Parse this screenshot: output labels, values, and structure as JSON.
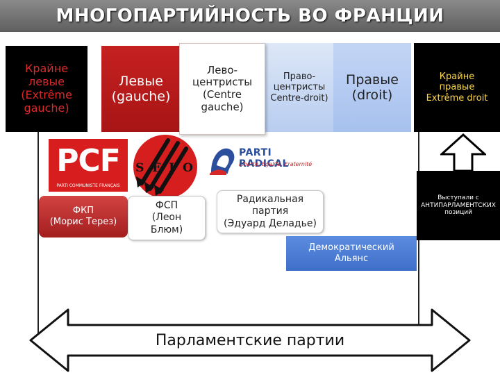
{
  "title": "МНОГОПАРТИЙНОСТЬ ВО ФРАНЦИИ",
  "columns": {
    "far_left": "Крайне\nлевые\n(Extrême\ngauche)",
    "left": "Левые\n(gauche)",
    "center_left": "Лево-\nцентристы\n(Centre\ngauche)",
    "center_right": "Право-\nцентристы\nCentre-droit)",
    "right": "Правые\n(droit)",
    "far_right": "Крайне\nправые\nExtrême droit"
  },
  "logos": {
    "pcf_letters": "PCF",
    "pcf_subtitle": "PARTI COMMUNISTE FRANÇAIS",
    "sfio_letters": "S F I O",
    "radical_name": "PARTI RADICAL",
    "radical_motto": "Liberté, Égalité, Fraternité"
  },
  "parties": {
    "fkp": "ФКП\n(Морис Терез)",
    "fsp": "ФСП\n(Леон\nБлюм)",
    "radical": "Радикальная\nпартия\n(Эдуард Деладье)",
    "democratic": "Демократический\nАльянс"
  },
  "antiparliamentary_note": "Выступали с\nАНТИПАРЛАМЕНТСКИХ\nпозиций",
  "bottom_label": "Парламентские партии",
  "colors": {
    "red": "#c52121",
    "black": "#000000",
    "blue": "#4a7ad4",
    "light_blue": "#b8cdf0",
    "yellow": "#ffd84a"
  }
}
